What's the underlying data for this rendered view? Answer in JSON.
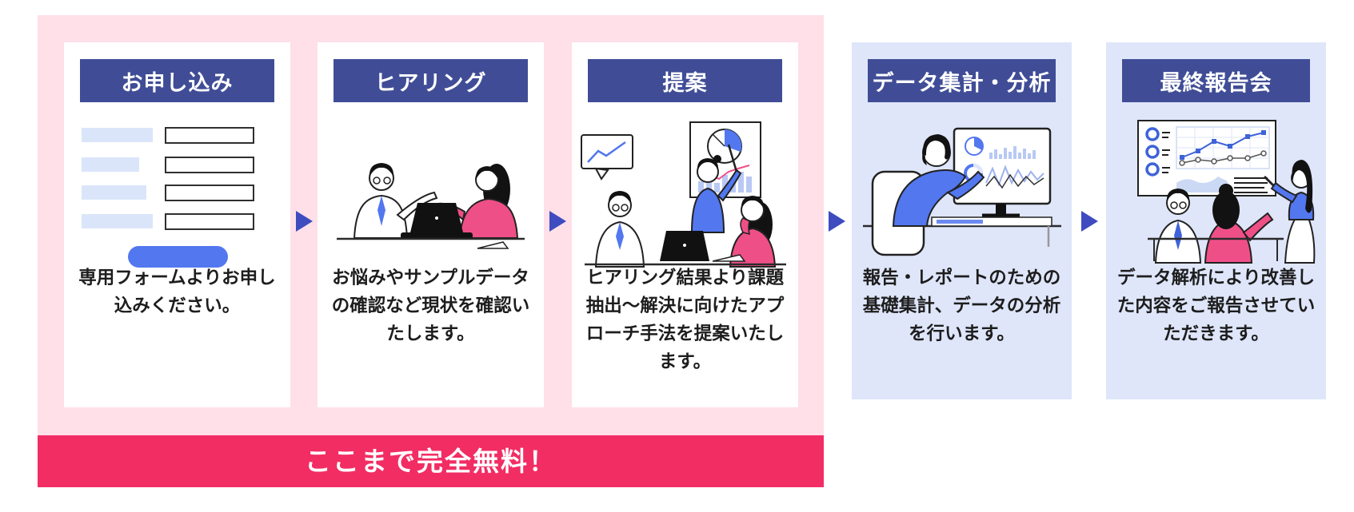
{
  "process_flow": {
    "steps": [
      {
        "index": 1,
        "zone": "free",
        "title": "お申し込み",
        "description": "専用フォームよりお申し込みください。",
        "illustration": "application-form-illustration"
      },
      {
        "index": 2,
        "zone": "free",
        "title": "ヒアリング",
        "description": "お悩みやサンプルデータの確認など現状を確認いたします。",
        "illustration": "hearing-meeting-illustration"
      },
      {
        "index": 3,
        "zone": "free",
        "title": "提案",
        "description": "ヒアリング結果より課題抽出～解決に向けたアプローチ手法を提案いたします。",
        "illustration": "proposal-presentation-illustration"
      },
      {
        "index": 4,
        "zone": "paid",
        "title": "データ集計・分析",
        "description": "報告・レポートのための基礎集計、データの分析を行います。",
        "illustration": "data-analysis-illustration"
      },
      {
        "index": 5,
        "zone": "paid",
        "title": "最終報告会",
        "description": "データ解析により改善した内容をご報告させていただきます。",
        "illustration": "final-report-illustration"
      }
    ],
    "free_banner": {
      "label": "ここまで完全無料！"
    },
    "arrow_icon": "right-triangle-arrow-icon",
    "colors": {
      "free_zone_bg": "#ffdfe8",
      "free_banner_bg": "#f22d64",
      "step_header_bg": "#404d96",
      "paid_card_bg": "#dfe6fa",
      "arrow": "#3e4cc0",
      "accent_blue": "#5277ef",
      "accent_pink": "#ef4f87",
      "text": "#1d1d1d"
    }
  }
}
